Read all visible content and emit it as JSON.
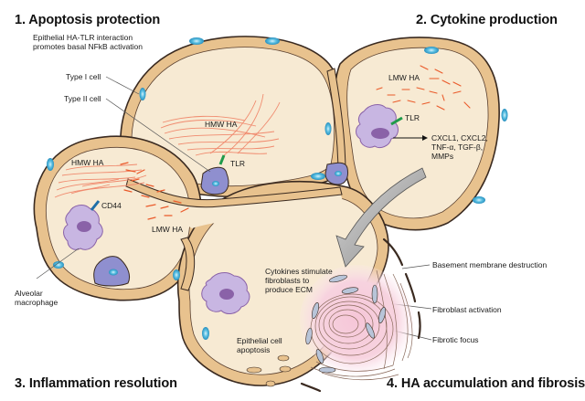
{
  "headings": {
    "h1": "1. Apoptosis protection",
    "h2": "2. Cytokine production",
    "h3": "3. Inflammation resolution",
    "h4": "4. HA accumulation and fibrosis"
  },
  "panel1": {
    "description": "Epithelial HA-TLR interaction\npromotes basal NFkB activation",
    "type1_cell": "Type I cell",
    "type2_cell": "Type II cell",
    "hmw_ha_top": "HMW HA",
    "tlr_top": "TLR"
  },
  "panel2": {
    "lmw_ha": "LMW HA",
    "tlr": "TLR",
    "cytokines": "CXCL1, CXCL2,\nTNF-α, TGF-β,\nMMPs"
  },
  "panel3": {
    "hmw_ha": "HMW HA",
    "cd44": "CD44",
    "lmw_ha": "LMW HA",
    "alveolar_macrophage": "Alveolar\nmacrophage"
  },
  "panel4": {
    "cytokines_stimulate": "Cytokines stimulate\nfibroblasts to\nproduce ECM",
    "epithelial_apoptosis": "Epithelial cell\napoptosis",
    "basement_membrane": "Basement membrane destruction",
    "fibroblast_activation": "Fibroblast activation",
    "fibrotic_focus": "Fibrotic focus"
  },
  "colors": {
    "alveolus_fill": "#f7ead3",
    "membrane_fill": "#e8c28e",
    "membrane_outline": "#3a2a20",
    "type1_nucleus": "#3aa6d0",
    "type2_cell": "#8f8fcf",
    "macrophage": "#c8b6e2",
    "macrophage_nucleus": "#8a62a8",
    "hmw_ha": "#f08a6e",
    "lmw_ha": "#ea5a2a",
    "tlr": "#1f9a4a",
    "cd44": "#1f6fa8",
    "fibrotic_pink": "#f4c6d6",
    "ecm_fibers": "#8a6a5c",
    "arrow_gray": "#9a9a9a"
  }
}
